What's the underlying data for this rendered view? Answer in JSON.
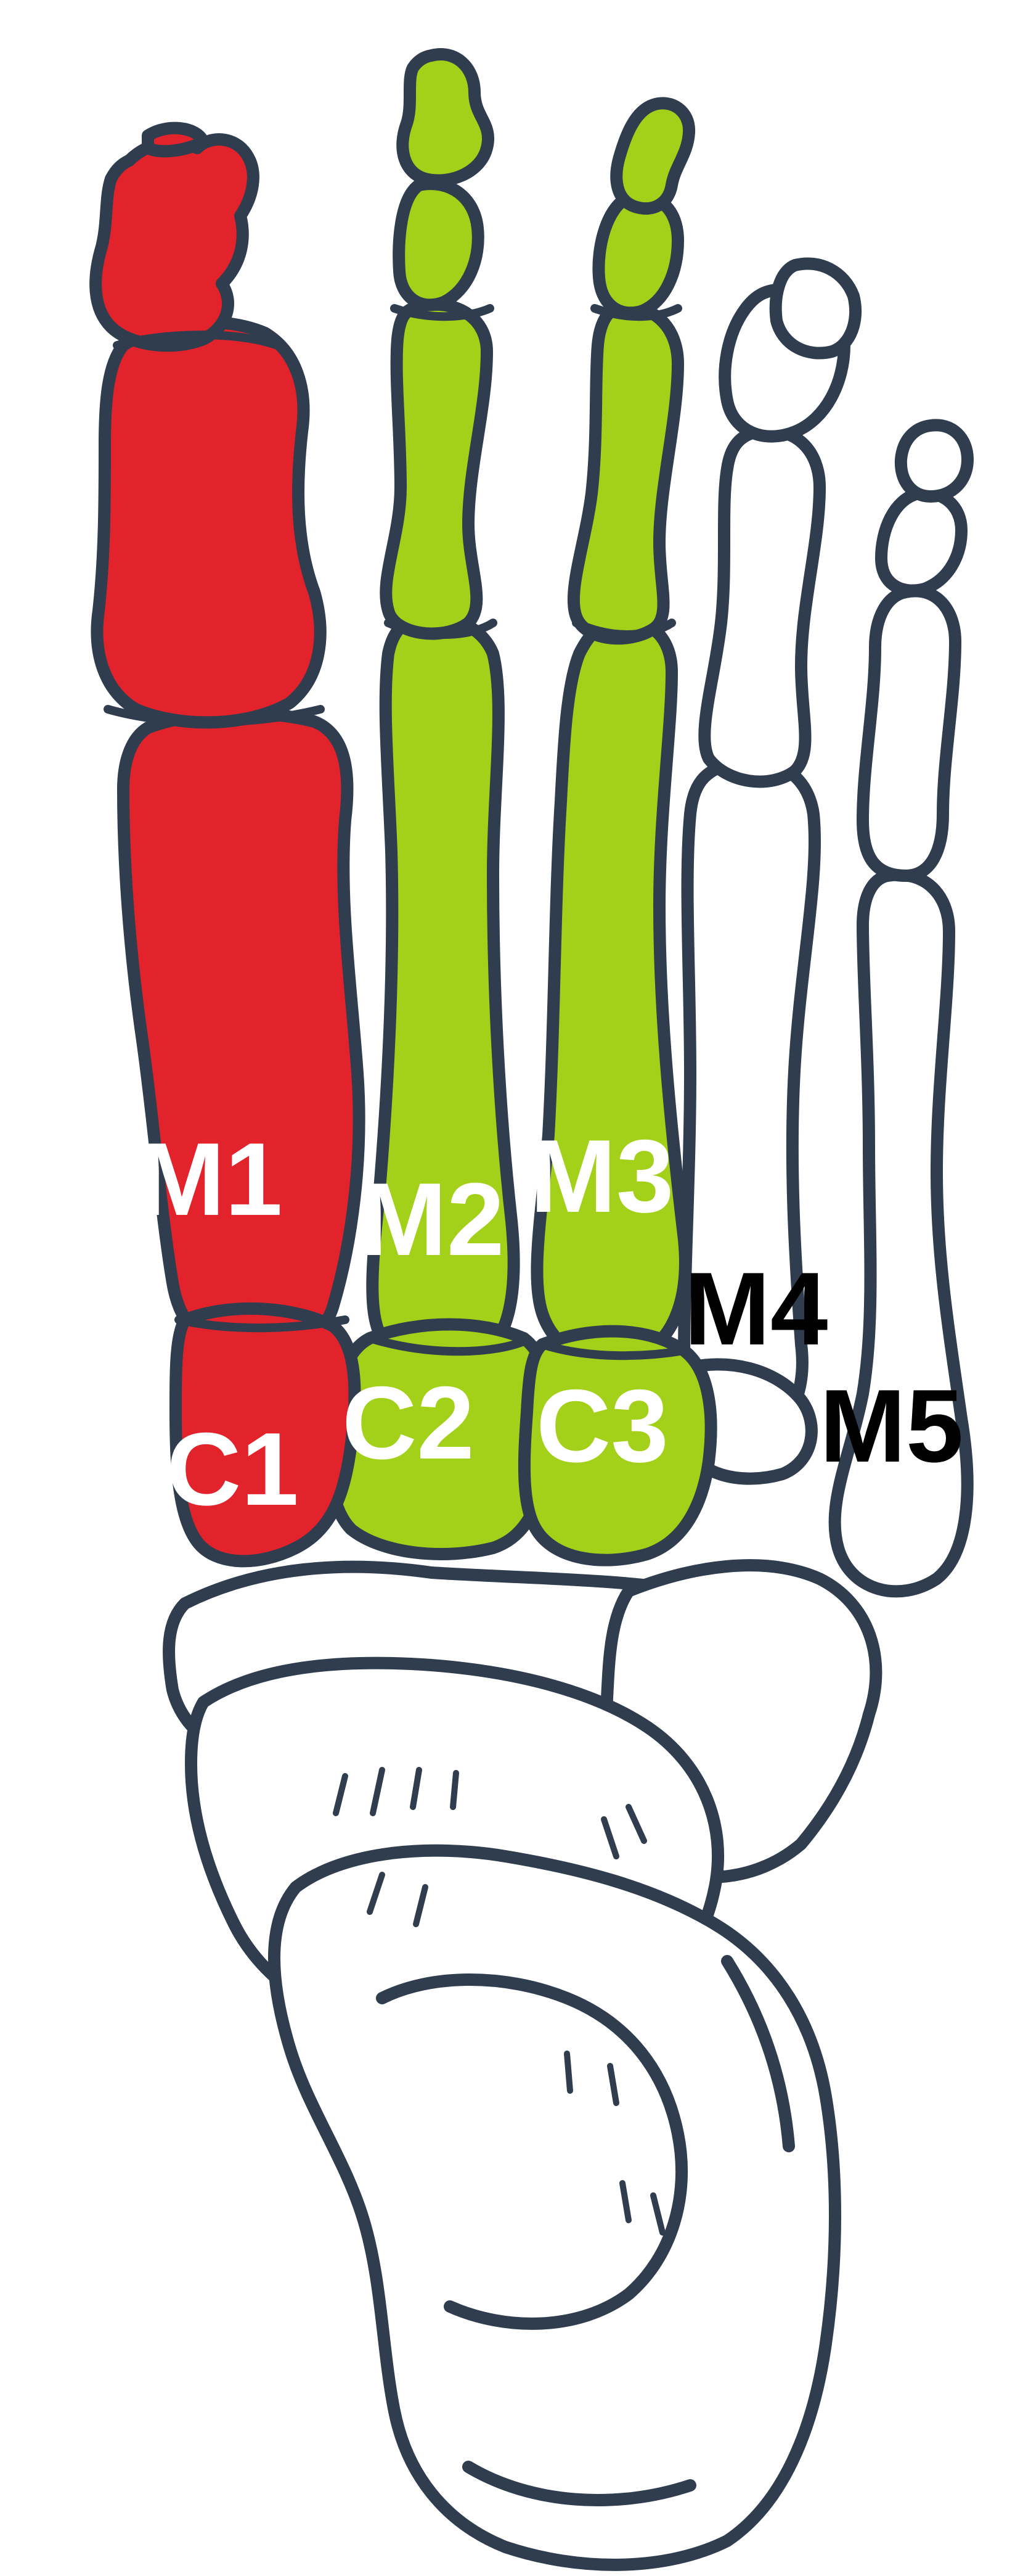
{
  "colors": {
    "background": "#ffffff",
    "outline": "#2f3d4f",
    "first_ray_fill": "#e3232b",
    "central_rays_fill": "#a3d11a",
    "lateral_rays_fill": "#ffffff",
    "light_label": "#ffffff",
    "dark_label": "#000000"
  },
  "labels": {
    "m1": "M1",
    "m2": "M2",
    "m3": "M3",
    "m4": "M4",
    "m5": "M5",
    "c1": "C1",
    "c2": "C2",
    "c3": "C3"
  }
}
